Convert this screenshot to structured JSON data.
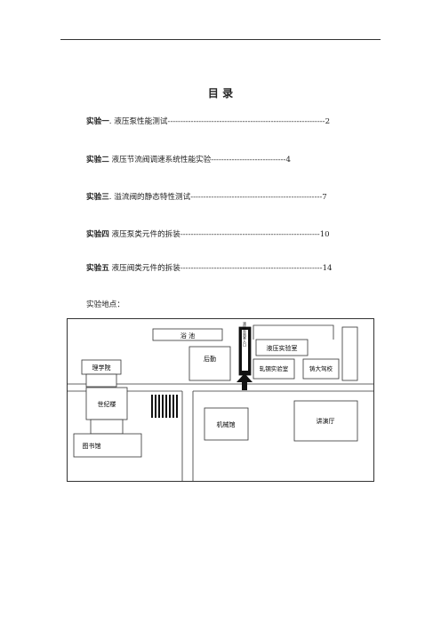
{
  "title": "目  录",
  "toc": [
    {
      "label": "实验一",
      "name": ". 液压泵性能测试",
      "dots": "-------------------------------------------------------------",
      "page": "2"
    },
    {
      "label": "实验二",
      "name": "  液压节流阀调速系统性能实验",
      "dots": "-----------------------------",
      "page": "4"
    },
    {
      "label": "实验三",
      "name": ". 溢流阀的静态特性测试",
      "dots": "---------------------------------------------------",
      "page": "7"
    },
    {
      "label": "实验四",
      "name": "  液压泵类元件的拆装",
      "dots": "------------------------------------------------------",
      "page": "10"
    },
    {
      "label": "实验五",
      "name": "  液压阀类元件的拆装",
      "dots": "-------------------------------------------------------",
      "page": "14"
    }
  ],
  "location_label": "实验地点：",
  "map": {
    "labels": {
      "yuchi": "浴  池",
      "houqin": "后勤",
      "yeya_lab": "液压实验室",
      "lixue": "理学院",
      "zhagang": "轧钢实验室",
      "zhuda": "铸大驾校",
      "shiji": "世纪楼",
      "jixie": "机械馆",
      "jiangyan": "讲演厅",
      "tushu": "图书馆",
      "tower": "液压实验室入口"
    }
  }
}
